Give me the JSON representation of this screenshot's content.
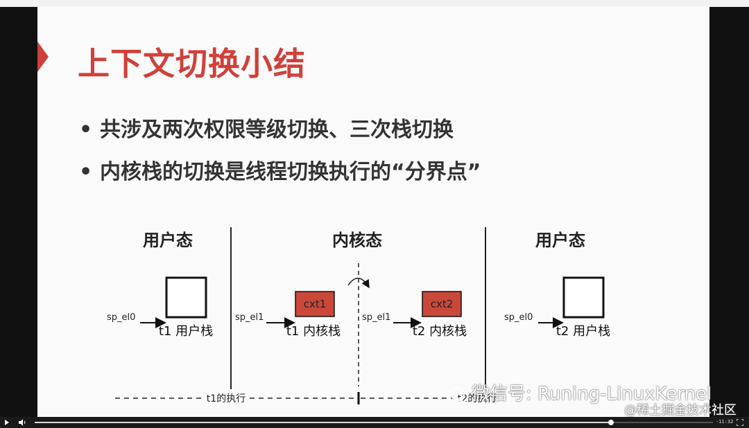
{
  "slide": {
    "title": "上下文切换小结",
    "bullets": [
      "共涉及两次权限等级切换、三次栈切换",
      "内核栈的切换是线程切换执行的“分界点”"
    ],
    "bullet_marker": "•"
  },
  "diagram": {
    "sections": [
      "用户态",
      "内核态",
      "用户态"
    ],
    "stacks": [
      {
        "pointer": "sp_el0",
        "box_text": "",
        "label": "t1 用户栈"
      },
      {
        "pointer": "sp_el1",
        "box_text": "cxt1",
        "label": "t1 内核栈"
      },
      {
        "pointer": "sp_el1",
        "box_text": "cxt2",
        "label": "t2 内核栈"
      },
      {
        "pointer": "sp_el0",
        "box_text": "",
        "label": "t2 用户栈"
      }
    ],
    "timeline": [
      "t1的执行",
      "t2的执行"
    ],
    "context_box_color": "#c9483a"
  },
  "watermark": {
    "wechat": "微信号: Runing-LinuxKernel",
    "site": "@稀土掘金技术社区"
  },
  "player": {
    "time": "-11:32",
    "progress_fraction": 0.85,
    "icons": [
      "play-icon",
      "volume-icon",
      "fullscreen-icon"
    ]
  },
  "colors": {
    "accent": "#d0403a",
    "text": "#333333"
  }
}
